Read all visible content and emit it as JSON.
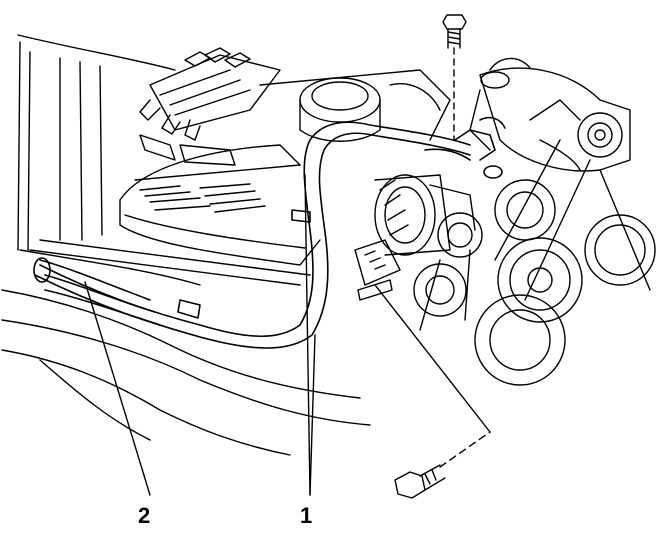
{
  "figure": {
    "callouts": [
      {
        "id": "1",
        "label": "1"
      },
      {
        "id": "2",
        "label": "2"
      }
    ],
    "stroke_color": "#000000",
    "background_color": "#ffffff"
  }
}
